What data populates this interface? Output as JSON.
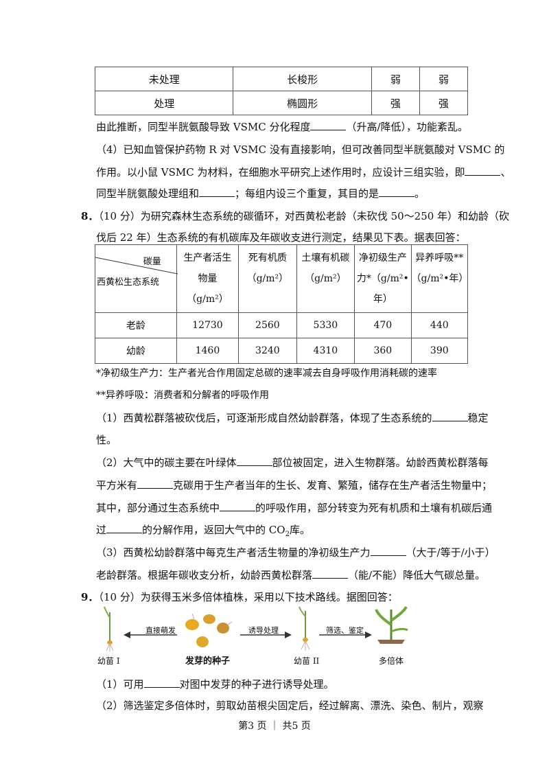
{
  "table1": {
    "rows": [
      [
        "未处理",
        "长梭形",
        "弱",
        "弱"
      ],
      [
        "处理",
        "椭圆形",
        "强",
        "强"
      ]
    ]
  },
  "text": {
    "l1a": "由此推断，同型半胱氨酸导致 VSMC 分化程度",
    "l1b": "（升高/降低），功能紊乱。",
    "l2": "（4）已知血管保护药物 R 对 VSMC 没有直接影响，但可改善同型半胱氨酸对 VSMC 的",
    "l3a": "作用。以小鼠 VSMC 为材料，在细胞水平研究上述作用时，应设计三组实验，即",
    "l3b": "、",
    "l4a": "同型半胱氨酸处理组和",
    "l4b": "；每组内设三个重复，其目的是",
    "l4c": "。",
    "q8num": "8．",
    "q8a": "（10 分）为研究森林生态系统的碳循环，对西黄松老龄（未砍伐 50～250 年）和幼龄（砍",
    "q8b": "伐后 22 年）生态系统的有机碳库及年碳收支进行测定，结果见下表。据表回答：",
    "note1": "*净初级生产力：生产者光合作用固定总碳的速率减去自身呼吸作用消耗碳的速率",
    "note2": "**异养呼吸：消费者和分解者的呼吸作用",
    "p1a": "（1）西黄松群落被砍伐后，可逐渐形成自然幼龄群落，体现了生态系统的",
    "p1b": "稳定",
    "p1c": "性。",
    "p2a": "（2）大气中的碳主要在叶绿体",
    "p2b": "部位被固定，进入生物群落。幼龄西黄松群落每",
    "p2c": "平方米有",
    "p2d": "克碳用于生产者当年的生长、发育、繁殖，储存在生产者活生物量中；",
    "p2e": "其中，部分通过生态系统中",
    "p2f": "的呼吸作用，部分转变为死有机质和土壤有机碳后通",
    "p2g": "过",
    "p2h": "的分解作用，返回大气中的 CO",
    "p2sub": "2",
    "p2i": "库。",
    "p3a": "（3）西黄松幼龄群落中每克生产者活生物量的净初级生产力",
    "p3b": "（大于/等于/小于）",
    "p3c": "老龄群落。根据年碳收支分析，幼龄西黄松群落",
    "p3d": "（能/不能）降低大气碳总量。",
    "q9num": "9．",
    "q9a": "（10 分）为获得玉米多倍体植株，采用以下技术路线。据图回答：",
    "q9p1a": "（1）可用",
    "q9p1b": "对图中发芽的种子进行诱导处理。",
    "q9p2": "（2）筛选鉴定多倍体时，剪取幼苗根尖固定后，经过解离、漂洗、染色、制片，观察"
  },
  "table2": {
    "corner_top": "碳量",
    "corner_bottom": "西黄松生态系统",
    "headers": [
      [
        "生产者活生",
        "物量",
        "（g/m²）"
      ],
      [
        "死有机质",
        "（g/m²）"
      ],
      [
        "土壤有机碳",
        "（g/m²）"
      ],
      [
        "净初级生产",
        "力*（g/m²•",
        "年）"
      ],
      [
        "异养呼吸**",
        "（g/m²•年）"
      ]
    ],
    "rows": [
      {
        "label": "老龄",
        "values": [
          "12730",
          "2560",
          "5330",
          "470",
          "440"
        ]
      },
      {
        "label": "幼龄",
        "values": [
          "1460",
          "3240",
          "4310",
          "360",
          "390"
        ]
      }
    ]
  },
  "figure": {
    "arrow_left": "直接萌发",
    "arrow_right1": "诱导处理",
    "arrow_right2": "筛选、鉴定",
    "label_a": "幼苗 I",
    "label_seed": "发芽的种子",
    "label_b": "幼苗 II",
    "label_c": "多倍体"
  },
  "footer": "第3 页 ｜ 共5 页"
}
